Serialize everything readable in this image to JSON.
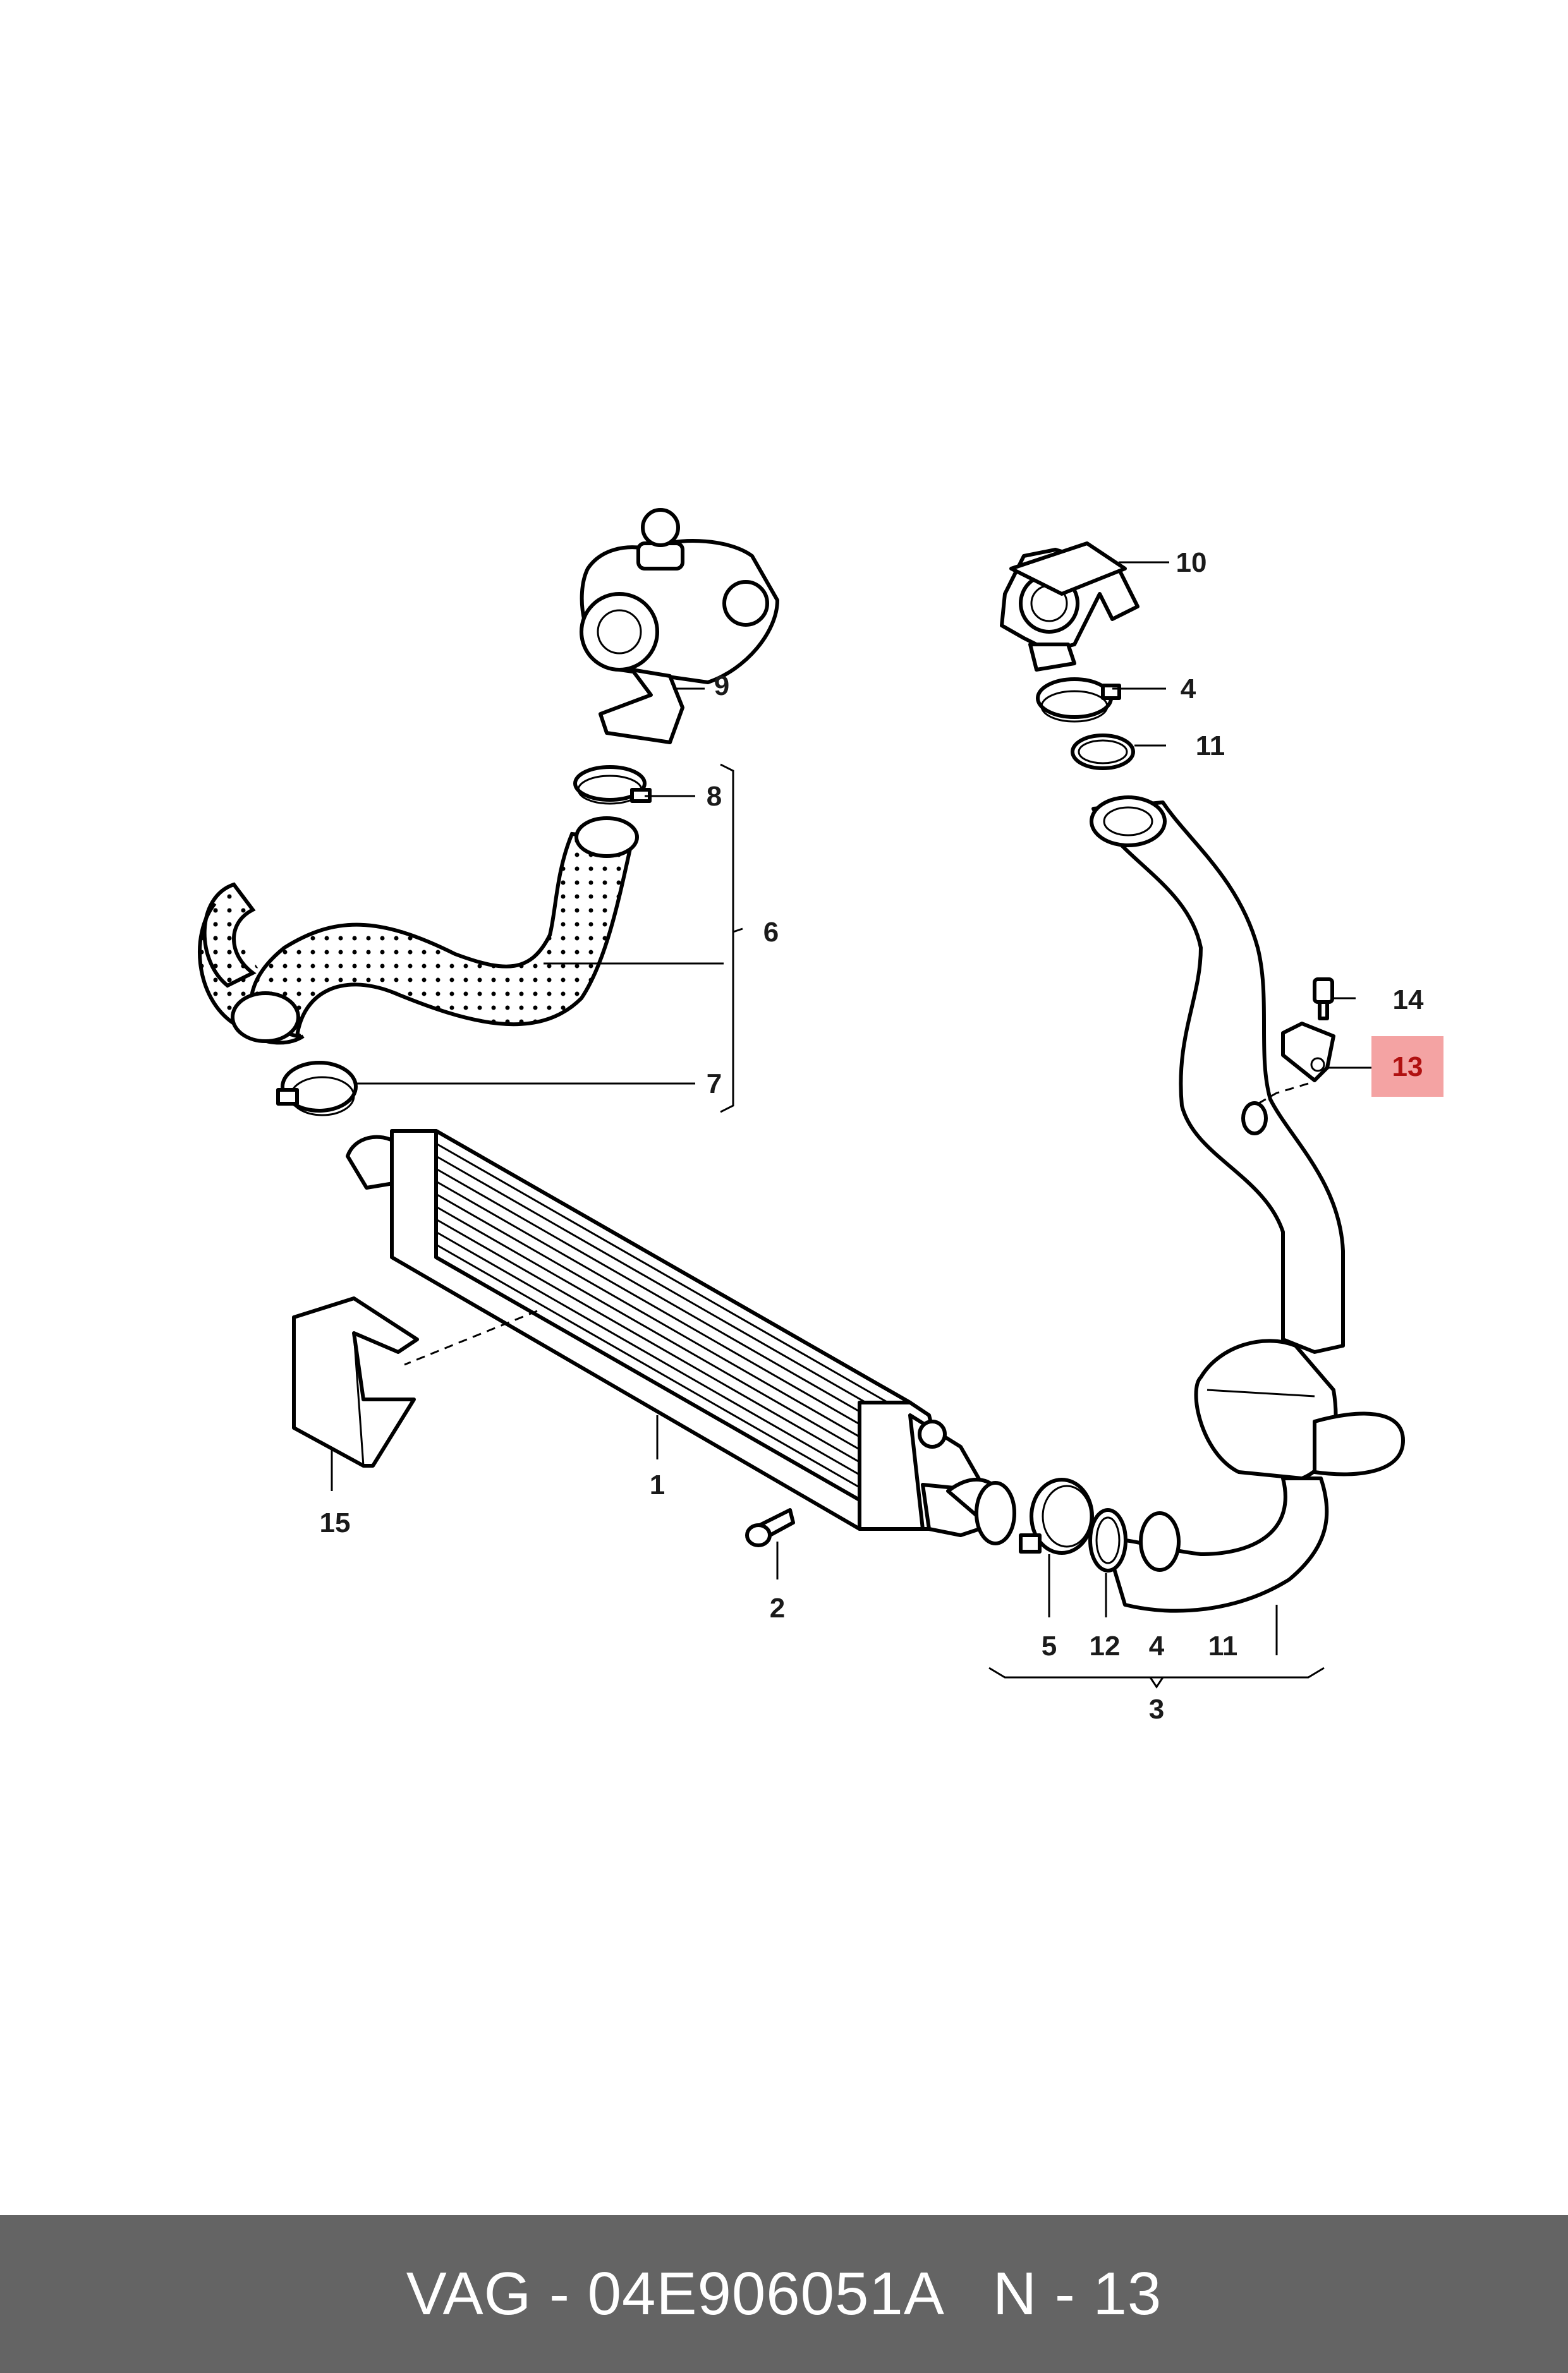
{
  "callouts": {
    "c1": "1",
    "c2": "2",
    "c3": "3",
    "c4a": "4",
    "c4b": "4",
    "c5": "5",
    "c6": "6",
    "c7": "7",
    "c8": "8",
    "c9": "9",
    "c10": "10",
    "c11a": "11",
    "c11b": "11",
    "c12": "12",
    "c13": "13",
    "c14": "14",
    "c15": "15"
  },
  "highlight": {
    "part": "13",
    "color": "#f4a3a3"
  },
  "footer": {
    "brand": "VAG - 04E906051A",
    "ref": "N - 13",
    "background": "#646464"
  }
}
